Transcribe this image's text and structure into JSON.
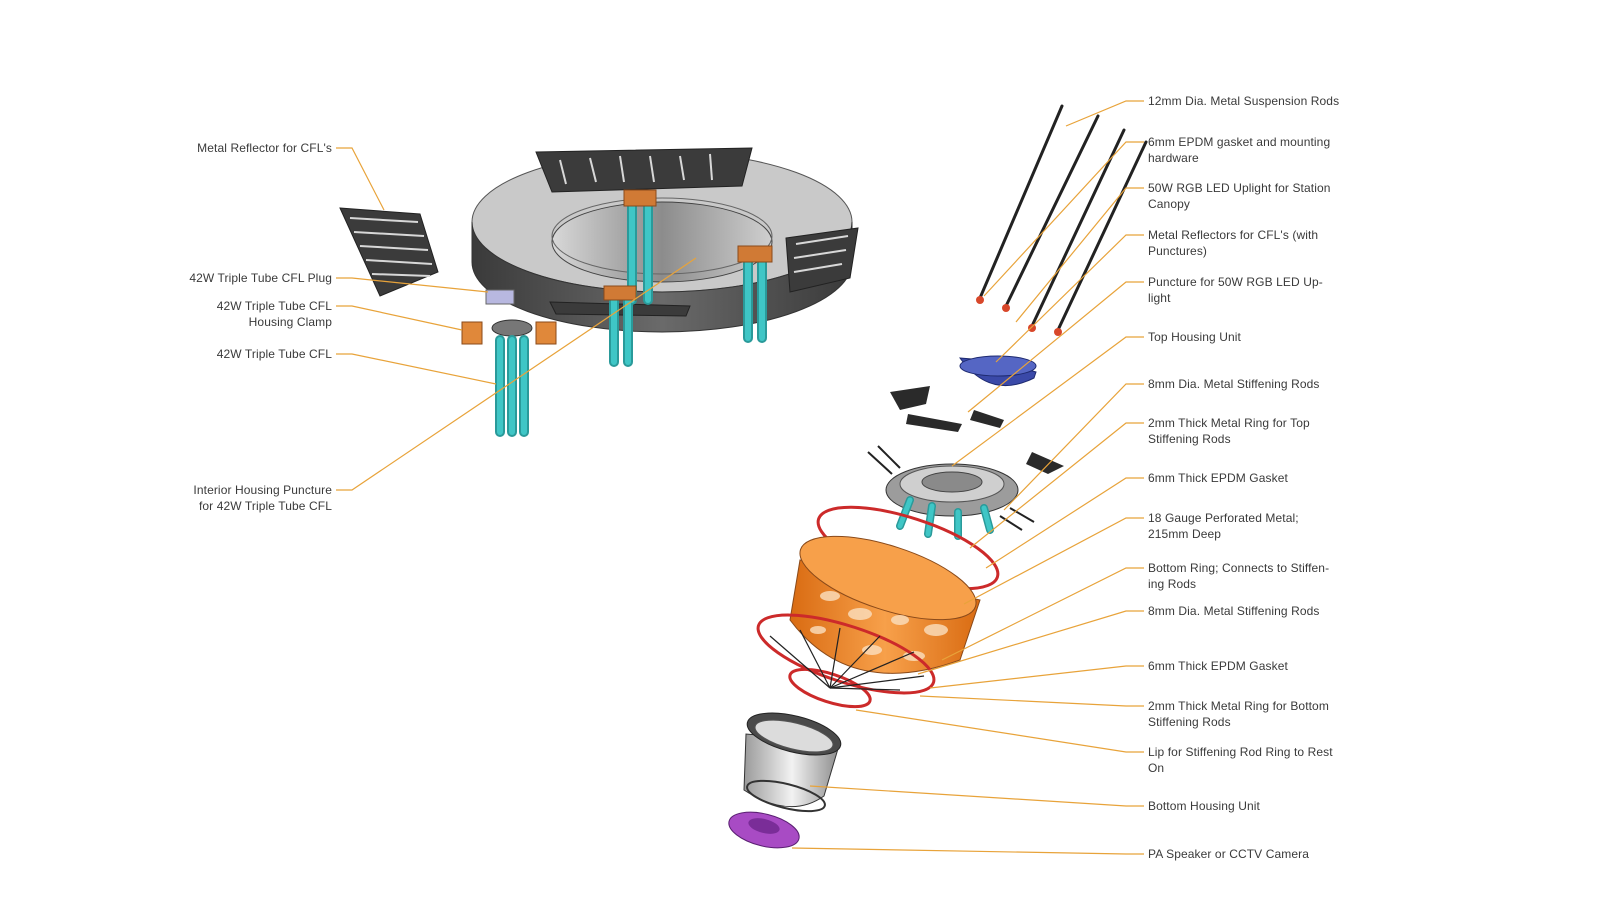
{
  "colors": {
    "leader": "#e8a33a",
    "tube": "#3fc6c6",
    "tube_dark": "#2a9a9a",
    "housing": "#4a4a4a",
    "housing_light": "#bdbdbd",
    "perforated": "#f08a2e",
    "ring": "#cc2a2a",
    "dome": "#3a49a8",
    "speaker": "#a84bc4",
    "clamp": "#e0883a",
    "text": "#3a3a3a"
  },
  "labels": {
    "left": [
      "Metal Reflector for CFL's",
      "42W Triple Tube CFL Plug",
      "42W Triple Tube CFL\nHousing Clamp",
      "42W Triple Tube CFL",
      "Interior Housing Puncture\nfor 42W Triple Tube CFL"
    ],
    "right": [
      "12mm Dia. Metal Suspension Rods",
      "6mm EPDM gasket and mounting\nhardware",
      "50W RGB LED Uplight for Station\nCanopy",
      "Metal Reflectors for CFL's (with\nPunctures)",
      "Puncture for 50W RGB LED Up-\nlight",
      "Top Housing Unit",
      "8mm Dia. Metal Stiffening Rods",
      "2mm Thick Metal Ring for Top\nStiffening Rods",
      "6mm Thick EPDM Gasket",
      "18 Gauge Perforated Metal;\n215mm Deep",
      "Bottom Ring; Connects to Stiffen-\ning Rods",
      "8mm Dia. Metal Stiffening Rods",
      "6mm Thick EPDM Gasket",
      "2mm Thick Metal Ring for Bottom\nStiffening Rods",
      "Lip for Stiffening Rod Ring to Rest\nOn",
      "Bottom Housing Unit",
      "PA Speaker or CCTV Camera"
    ]
  }
}
